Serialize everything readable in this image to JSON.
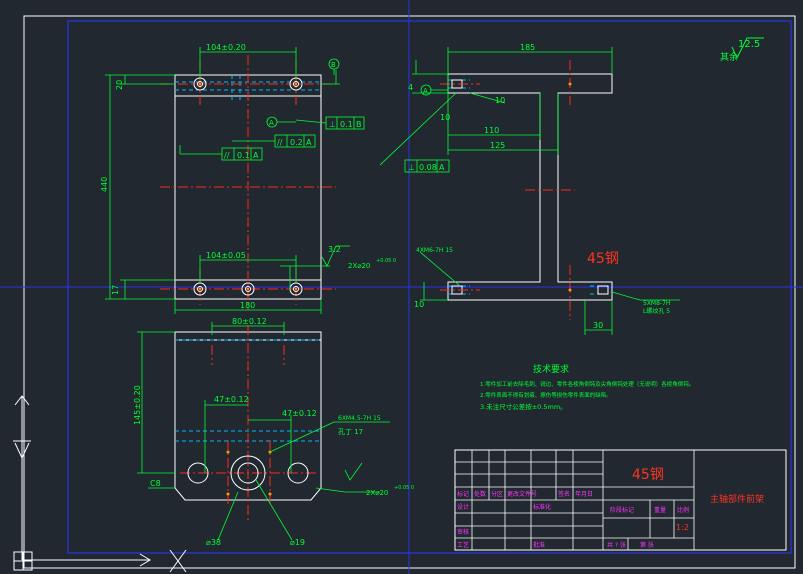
{
  "colors": {
    "background": "#212830",
    "frame": "#ffffff",
    "border": "#2b35e6",
    "outline": "#ffffff",
    "dim": "#00ff33",
    "center": "#ff2a1a",
    "hidden": "#00b8ff",
    "title_block": "#ffffff",
    "magenta": "#ff33ff",
    "red_text": "#ff3322"
  },
  "roughness": {
    "symbol_value": "12.5",
    "prefix": "其余"
  },
  "front_view": {
    "dims": {
      "top_spacing": "104±0.20",
      "bottom_spacing": "104±0.05",
      "width": "180",
      "height": "440",
      "edge_top": "20",
      "edge_bottom": "17"
    },
    "datum_b": "B",
    "datum_a": "A",
    "tol_perp": [
      "⊥",
      "0.1",
      "B"
    ],
    "tol_par_upper": [
      "//",
      "0.2",
      "A"
    ],
    "tol_par_lower": [
      "//",
      "0.1",
      "A"
    ],
    "holes_note": "2X⌀20",
    "holes_tol": "+0.05\n0",
    "rough_local": "3.2"
  },
  "side_view": {
    "dims": {
      "overall": "185",
      "d110": "110",
      "d125": "125",
      "d10a": "10",
      "d10b": "10",
      "d10c": "10",
      "d4": "4",
      "d30": "30"
    },
    "datum_a": "A",
    "tol_perp": [
      "⊥",
      "0.08",
      "A"
    ],
    "note_left": "4XM6-7H  15",
    "note_right_1": "5XM8-7H",
    "note_right_2": "L螺纹孔 5",
    "material_label": "45钢"
  },
  "bottom_view": {
    "dims": {
      "top": "80±0.12",
      "height": "145±0.20",
      "d47a": "47±0.12",
      "d47b": "47±0.12",
      "chamfer": "C8",
      "d38": "⌀38",
      "d19": "⌀19"
    },
    "note_thread_1": "6XM4.5-7H  15",
    "note_thread_2": "孔丁 17",
    "holes_note": "2X⌀20",
    "holes_tol": "+0.05\n0"
  },
  "tech_req": {
    "title": "技术要求",
    "items": [
      "1.零件加工前去除毛刺、锐边、零件各棱角倒钝及尖角倒钝处理（无说明）各棱角倒钝。",
      "2.零件表面不得有划痕、擦伤等损伤零件表面的缺陷。",
      "3.未注尺寸公差按±0.5mm。"
    ]
  },
  "title_block": {
    "material": "45钢",
    "part_name": "主轴部件前架",
    "headers": [
      "标记",
      "处数",
      "分区",
      "更改文件号",
      "签名",
      "年月日"
    ],
    "design": "设计",
    "standard": "标准化",
    "stage": "阶段标记",
    "weight": "重量",
    "scale_label": "比例",
    "scale_value": "1:2",
    "check": "审核",
    "process": "工艺",
    "approve": "批准",
    "sheets": "共 ? 张",
    "sheet": "第 张"
  }
}
